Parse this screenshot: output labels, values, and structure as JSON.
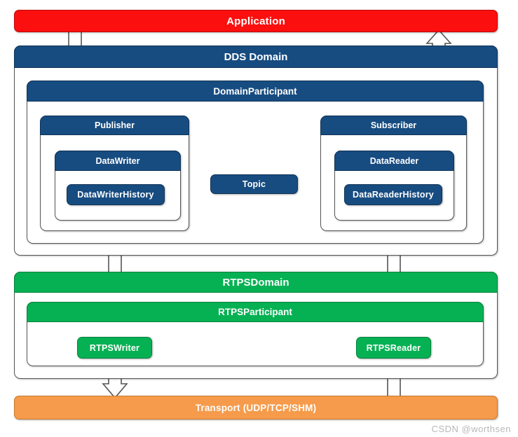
{
  "diagram": {
    "title_watermark": "CSDN @worthsen",
    "colors": {
      "application": "#fb0f0f",
      "dds": "#174c81",
      "rtps": "#06b153",
      "transport": "#f59b4b",
      "line": "#555555",
      "background": "#ffffff"
    },
    "layers": {
      "application": {
        "label": "Application"
      },
      "dds_domain": {
        "label": "DDS Domain"
      },
      "domain_participant": {
        "label": "DomainParticipant"
      },
      "publisher": {
        "label": "Publisher"
      },
      "subscriber": {
        "label": "Subscriber"
      },
      "data_writer": {
        "label": "DataWriter"
      },
      "data_reader": {
        "label": "DataReader"
      },
      "data_writer_history": {
        "label": "DataWriterHistory"
      },
      "data_reader_history": {
        "label": "DataReaderHistory"
      },
      "topic": {
        "label": "Topic"
      },
      "rtps_domain": {
        "label": "RTPSDomain"
      },
      "rtps_participant": {
        "label": "RTPSParticipant"
      },
      "rtps_writer": {
        "label": "RTPSWriter"
      },
      "rtps_reader": {
        "label": "RTPSReader"
      },
      "transport": {
        "label": "Transport (UDP/TCP/SHM)"
      }
    },
    "connectors": [
      {
        "name": "application-to-datawriter",
        "kind": "hollow-arrow",
        "direction": "down"
      },
      {
        "name": "datareader-to-application",
        "kind": "hollow-arrow",
        "direction": "up"
      },
      {
        "name": "datawriterhistory-to-rtpswriter",
        "kind": "hollow-arrow",
        "direction": "down"
      },
      {
        "name": "rtpsreader-to-datareaderhistory",
        "kind": "hollow-arrow",
        "direction": "up"
      },
      {
        "name": "rtpswriter-to-transport",
        "kind": "hollow-arrow",
        "direction": "down"
      },
      {
        "name": "transport-to-rtpsreader",
        "kind": "hollow-arrow",
        "direction": "up"
      },
      {
        "name": "datawriter-topic-composition",
        "kind": "filled-diamond",
        "direction": "none"
      },
      {
        "name": "topic-datareader-composition",
        "kind": "filled-diamond",
        "direction": "none"
      }
    ]
  }
}
